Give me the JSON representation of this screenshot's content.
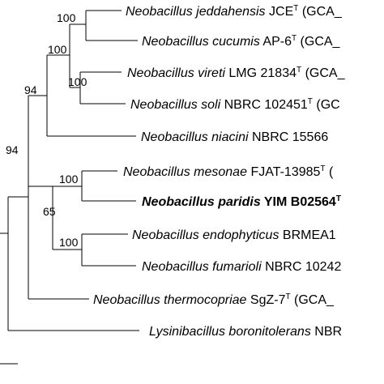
{
  "taxa": [
    {
      "genus_species": "Neobacillus jeddahensis",
      "strain": "JCE",
      "type_mark": "T",
      "accession": "(GCA_"
    },
    {
      "genus_species": "Neobacillus cucumis",
      "strain": "AP-6",
      "type_mark": "T",
      "accession": "(GCA_"
    },
    {
      "genus_species": "Neobacillus vireti",
      "strain": "LMG 21834",
      "type_mark": "T",
      "accession": "(GCA_"
    },
    {
      "genus_species": "Neobacillus soli",
      "strain": "NBRC 102451",
      "type_mark": "T",
      "accession": "(GC"
    },
    {
      "genus_species": "Neobacillus niacini",
      "strain": "NBRC 15566",
      "type_mark": "",
      "accession": ""
    },
    {
      "genus_species": "Neobacillus mesonae",
      "strain": "FJAT-13985",
      "type_mark": "T",
      "accession": "("
    },
    {
      "genus_species": "Neobacillus paridis",
      "strain": "YIM B02564",
      "type_mark": "T",
      "accession": ""
    },
    {
      "genus_species": "Neobacillus endophyticus",
      "strain": "BRMEA1",
      "type_mark": "",
      "accession": ""
    },
    {
      "genus_species": "Neobacillus fumarioli",
      "strain": "NBRC 10242",
      "type_mark": "",
      "accession": ""
    },
    {
      "genus_species": "Neobacillus thermocopriae",
      "strain": "SgZ-7",
      "type_mark": "T",
      "accession": "(GCA_"
    },
    {
      "genus_species": "Lysinibacillus boronitolerans",
      "strain": "NBR",
      "type_mark": "",
      "accession": ""
    }
  ],
  "bootstrap": {
    "jeddahensis_cucumis": "100",
    "jeddahensis_to_soli": "100",
    "vireti_soli": "100",
    "to_niacini": "94",
    "neobacillus_all": "94",
    "mesonae_paridis": "100",
    "to_fumarioli": "65",
    "endophyticus_fumarioli": "100"
  }
}
